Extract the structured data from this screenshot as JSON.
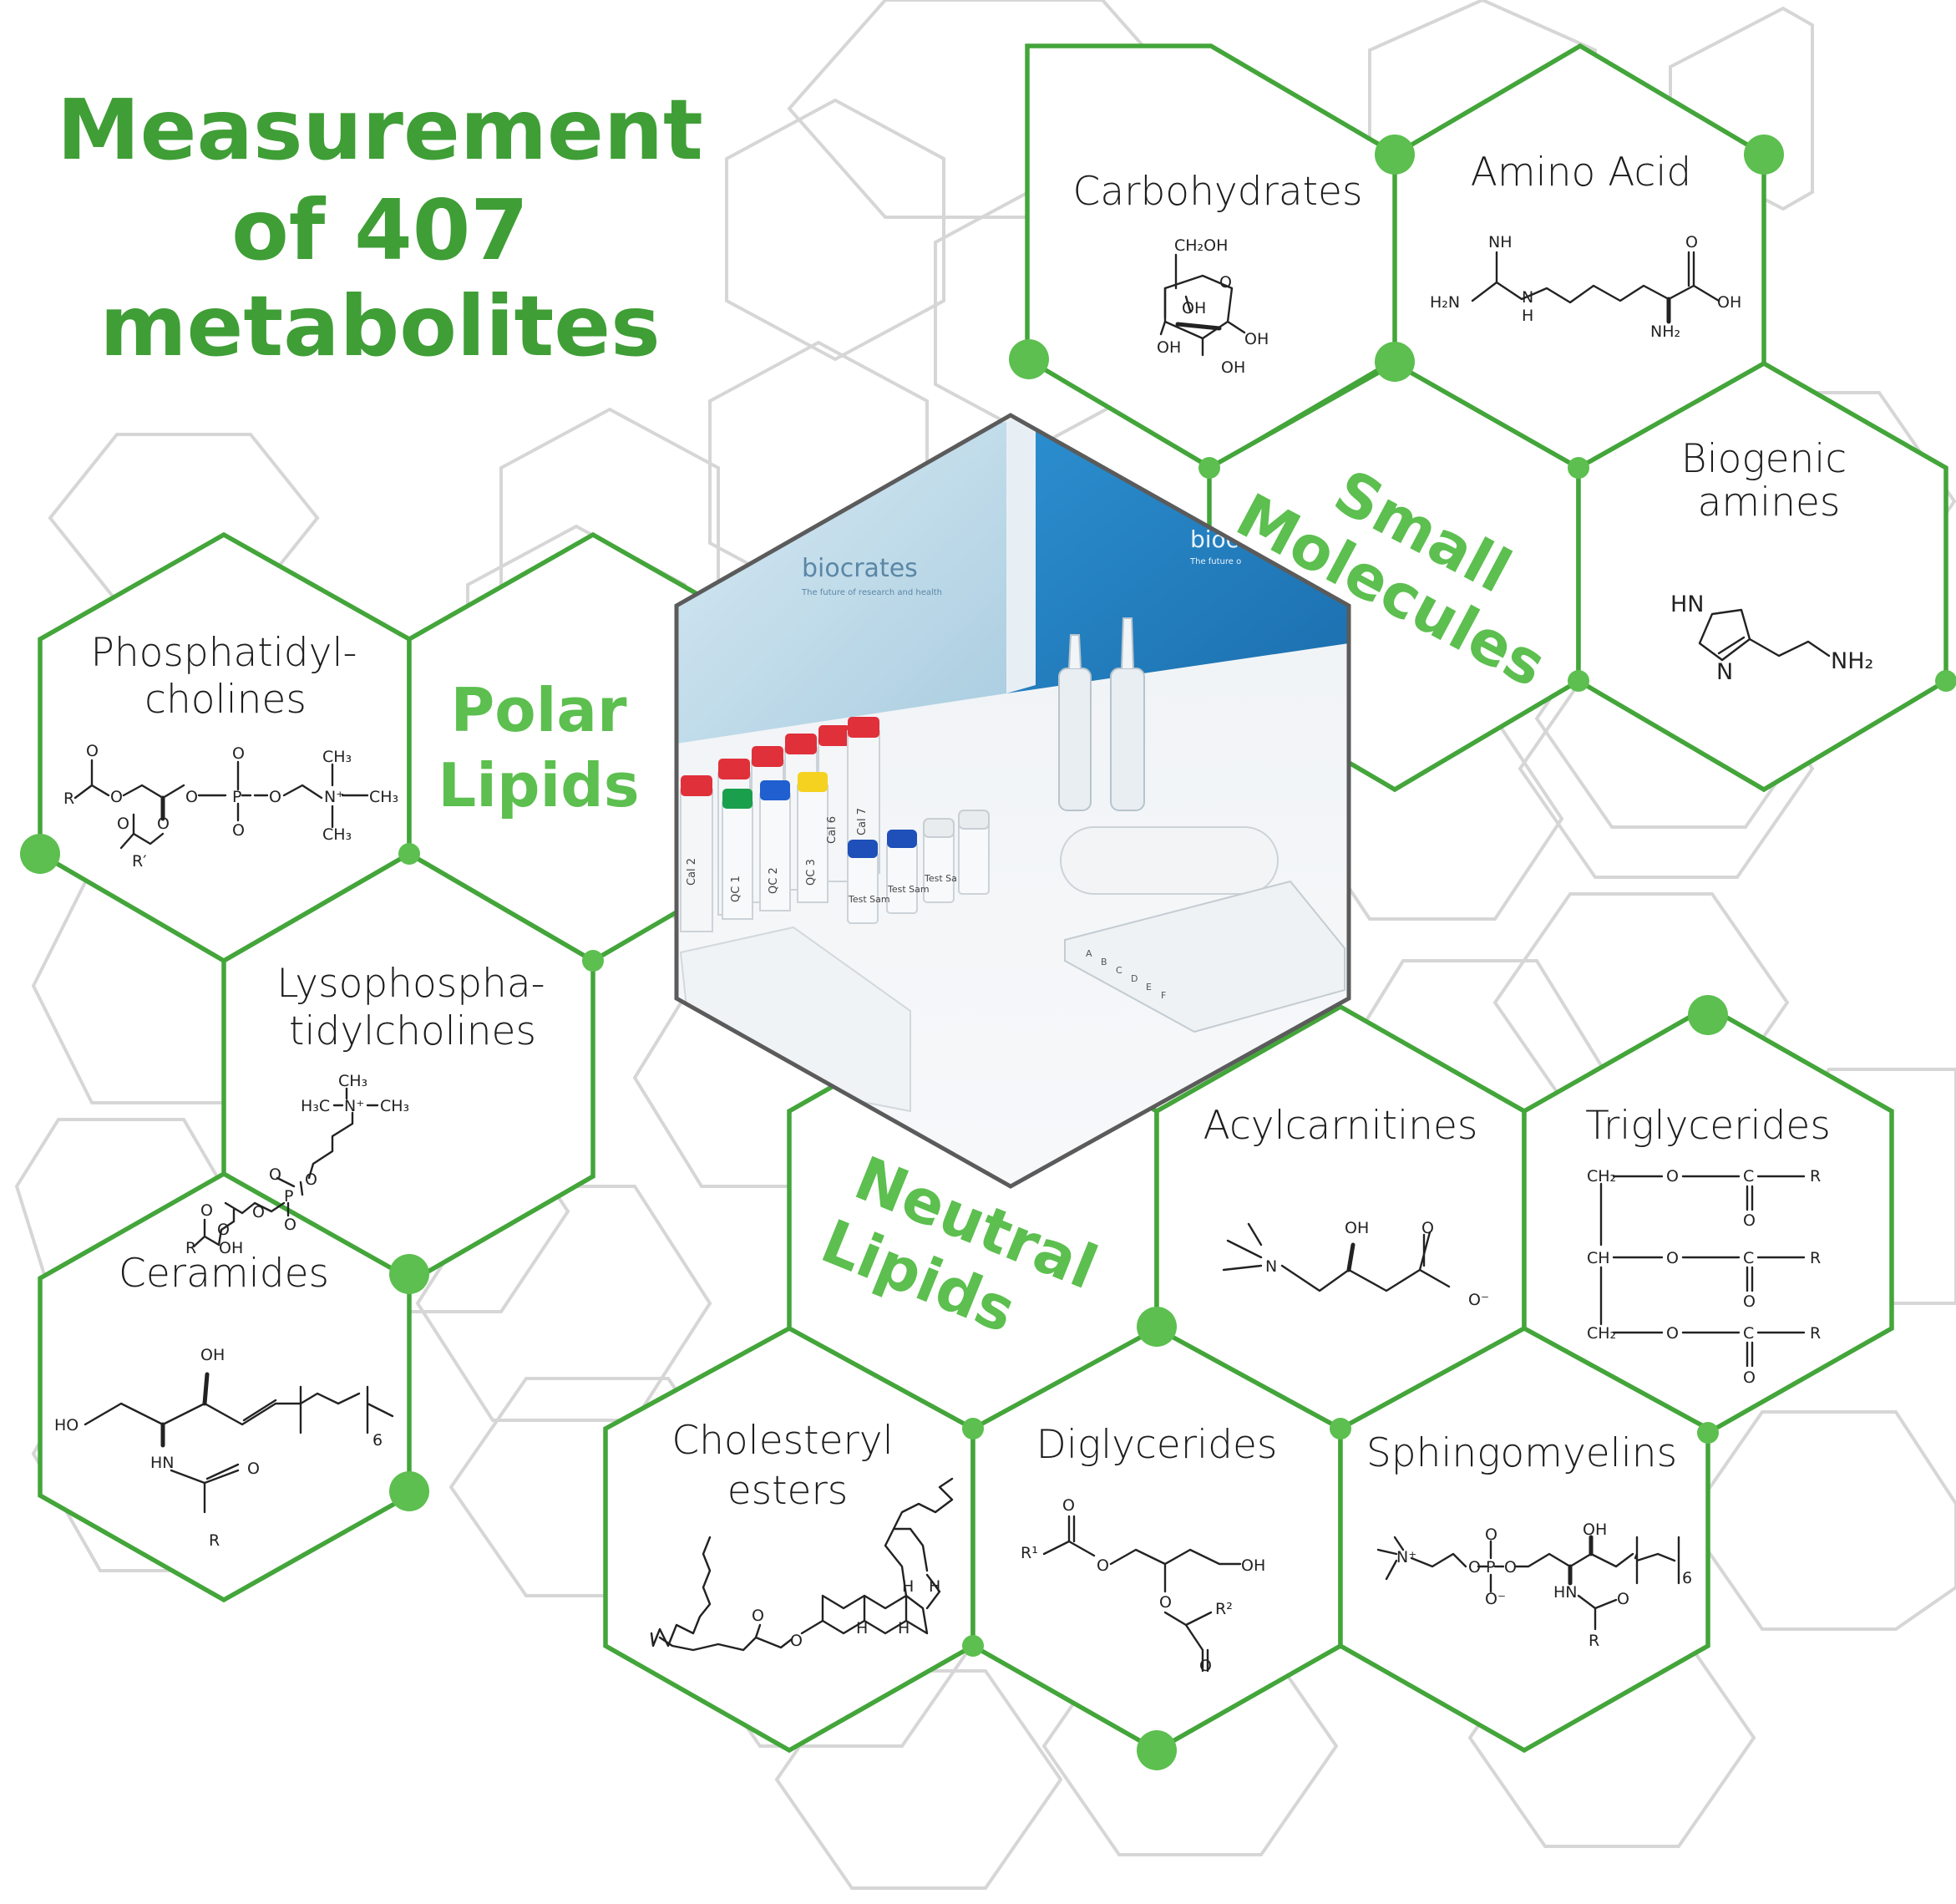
{
  "title": {
    "line1": "Measurement",
    "line2": "of 407",
    "line3": "metabolites"
  },
  "groups": {
    "small_molecules": [
      "Small",
      "Molecules"
    ],
    "polar_lipids": [
      "Polar",
      "Lipids"
    ],
    "neutral_lipids": [
      "Neutral",
      "Lipids"
    ]
  },
  "cells": {
    "carbohydrates": [
      "Carbohydrates"
    ],
    "amino_acid": [
      "Amino Acid"
    ],
    "biogenic_amines": [
      "Biogenic",
      "amines"
    ],
    "phosphatidylcholines": [
      "Phosphatidyl-",
      "cholines"
    ],
    "lysophosphatidylcholines": [
      "Lysophospha-",
      "tidylcholines"
    ],
    "ceramides": [
      "Ceramides"
    ],
    "acylcarnitines": [
      "Acylcarnitines"
    ],
    "triglycerides": [
      "Triglycerides"
    ],
    "cholesteryl_esters": [
      "Cholesteryl",
      "esters"
    ],
    "diglycerides": [
      "Diglycerides"
    ],
    "sphingomyelins": [
      "Sphingomyelins"
    ]
  },
  "chem_labels": {
    "carbohydrates": {
      "ch2oh": "CH₂OH",
      "o": "O",
      "oh1": "OH",
      "oh2": "OH",
      "oh3": "OH",
      "oh4": "OH"
    },
    "amino_acid": {
      "nh": "NH",
      "h2n": "H₂N",
      "n": "N",
      "h": "H",
      "o": "O",
      "oh": "OH",
      "nh2": "NH₂"
    },
    "biogenic_amines": {
      "hn": "HN",
      "n": "N",
      "nh2": "NH₂"
    },
    "phosphatidylcholines": {
      "r": "R",
      "o1": "O",
      "o2": "O",
      "o3": "O",
      "p": "P",
      "o4": "O",
      "o5": "O",
      "o6": "O",
      "n": "N⁺",
      "ch3a": "CH₃",
      "ch3b": "CH₃",
      "ch3c": "CH₃",
      "rp": "R′",
      "o7": "O",
      "o8": "O"
    },
    "lysophosphatidylcholines": {
      "ch3a": "CH₃",
      "h3c": "H₃C",
      "n": "N⁺",
      "ch3b": "CH₃",
      "o1": "O",
      "p": "P",
      "o2": "O",
      "o3": "O",
      "o4": "O",
      "o5": "O",
      "oh": "OH",
      "r": "R",
      "o6": "O"
    },
    "ceramides": {
      "oh": "OH",
      "ho": "HO",
      "hn": "HN",
      "o": "O",
      "r": "R",
      "sub": "6"
    },
    "acylcarnitines": {
      "n": "N",
      "oh": "OH",
      "o1": "O",
      "o2": "O⁻"
    },
    "triglycerides": {
      "ch2a": "CH₂",
      "oa": "O",
      "ca": "C",
      "ra": "R",
      "oa2": "O",
      "chb": "CH",
      "ob": "O",
      "cb": "C",
      "rb": "R",
      "ob2": "O",
      "ch2c": "CH₂",
      "oc": "O",
      "cc": "C",
      "rc": "R",
      "oc2": "O"
    },
    "cholesteryl_esters": {
      "o1": "O",
      "o2": "O",
      "h1": "H",
      "h2": "H",
      "h3": "H",
      "h4": "H"
    },
    "diglycerides": {
      "o1": "O",
      "r1": "R¹",
      "o2": "O",
      "oh": "OH",
      "o3": "O",
      "r2": "R²",
      "o4": "O"
    },
    "sphingomyelins": {
      "n": "N⁺",
      "o1": "O",
      "p": "P",
      "o2": "O",
      "o3": "O",
      "o4": "O⁻",
      "oh": "OH",
      "hn": "HN",
      "o5": "O",
      "r": "R",
      "sub": "6"
    }
  },
  "product_image": {
    "brand1": "biocrates",
    "tag1": "The future of research and health",
    "brand2": "bioc",
    "tag2": "The future o",
    "vials": [
      "Cal 2",
      "QC 1",
      "QC 2",
      "QC 3",
      "Cal 6",
      "Cal 7"
    ],
    "small_vials": [
      "Test Sam",
      "Test Sam",
      "Test Sa"
    ],
    "plate_rows": [
      "A",
      "B",
      "C",
      "D",
      "E",
      "F"
    ]
  },
  "colors": {
    "green_dark": "#3f9e36",
    "green_light": "#5cbf4f",
    "hex_gray": "#d6d6d6"
  }
}
